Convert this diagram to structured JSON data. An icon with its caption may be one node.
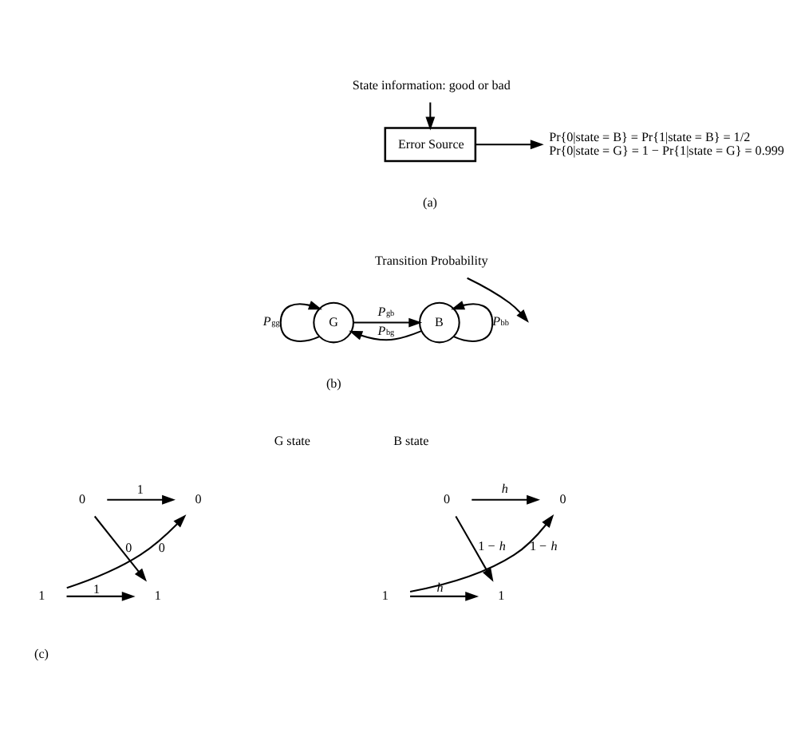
{
  "diagram": {
    "nodes": [
      {
        "text": [
          "State information: good or bad"
        ]
      },
      {
        "text": [
          "Error Source"
        ]
      },
      {
        "text": [
          "Pr{0|state = B} = Pr{1|state = B} = 1/2",
          "Pr{0|state = G} = 1 − Pr{1|state = G} = 0.999"
        ]
      },
      {
        "text": [
          "G"
        ]
      },
      {
        "text": [
          "B"
        ]
      },
      {
        "text": [
          "Transition Probability"
        ]
      },
      {
        "text": [
          "0"
        ]
      },
      {
        "text": [
          "0"
        ]
      },
      {
        "text": [
          "1"
        ]
      },
      {
        "text": [
          "1"
        ]
      },
      {
        "text": [
          "0"
        ]
      },
      {
        "text": [
          "0"
        ]
      },
      {
        "text": [
          "1"
        ]
      },
      {
        "text": [
          "1"
        ]
      }
    ],
    "edges": [
      {
        "from": 0,
        "to": 1,
        "arrow": "to"
      },
      {
        "from": 1,
        "to": 2,
        "arrow": "to"
      },
      {
        "from": 3,
        "to": 3,
        "arrow": "to",
        "label": "*P*$_{gg}$"
      },
      {
        "from": 3,
        "to": 4,
        "arrow": "to",
        "label": "*P*$_{gb}$"
      },
      {
        "from": 4,
        "to": 3,
        "arrow": "to",
        "label": "*P*$_{bg}$"
      },
      {
        "from": 4,
        "to": 4,
        "arrow": "to",
        "label": "*P*$_{bb}$"
      },
      {
        "from": 5,
        "to": null,
        "arrow": "to"
      },
      {
        "from": 6,
        "to": 7,
        "arrow": "to",
        "label": "1"
      },
      {
        "from": 6,
        "to": 9,
        "arrow": "to",
        "label": "0"
      },
      {
        "from": 8,
        "to": 7,
        "arrow": "to",
        "label": "0"
      },
      {
        "from": 8,
        "to": 9,
        "arrow": "to",
        "label": "1"
      },
      {
        "from": 10,
        "to": 11,
        "arrow": "to",
        "label": "*h*"
      },
      {
        "from": 10,
        "to": 13,
        "arrow": "to",
        "label": "1 − *h*"
      },
      {
        "from": 12,
        "to": 11,
        "arrow": "to",
        "label": "1 − *h*"
      },
      {
        "from": 12,
        "to": 13,
        "arrow": "to",
        "label": "*h*"
      }
    ],
    "labels": [
      "(a)",
      "(b)",
      "G state",
      "B state",
      "(c)"
    ]
  }
}
